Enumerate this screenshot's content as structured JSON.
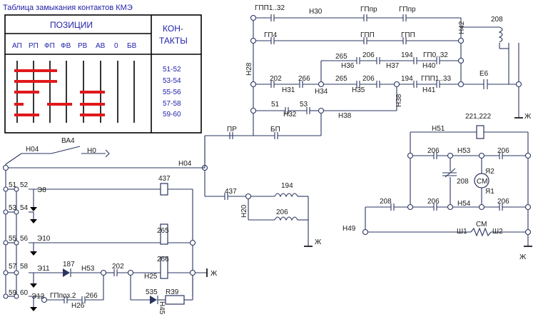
{
  "table": {
    "title": "Таблица замыкания контактов КМЭ",
    "positions_header": "ПОЗИЦИИ",
    "contacts_header_1": "КОН-",
    "contacts_header_2": "ТАКТЫ",
    "positions": [
      "АП",
      "РП",
      "ФП",
      "ФВ",
      "РВ",
      "АВ",
      "0",
      "БВ"
    ],
    "contacts": [
      "51-52",
      "53-54",
      "55-56",
      "57-58",
      "59-60"
    ]
  },
  "labels": {
    "gpp1_32": "ГПП1..32",
    "n30": "Н30",
    "gppr_1": "ГПпр",
    "gppr_2": "ГПпр",
    "n42": "Н42",
    "r208_top": "208",
    "gp4": "ГП4",
    "gpp_1": "ГПП",
    "gpp_2": "ГПП",
    "n28": "Н28",
    "r265_a": "265",
    "r206_a": "206",
    "r194_a": "194",
    "gp0_32": "ГП0..32",
    "n36": "Н36",
    "n37": "Н37",
    "n40": "Н40",
    "r202_mid": "202",
    "r266_mid": "266",
    "r265_b": "265",
    "r206_b": "206",
    "r194_b": "194",
    "gpp1_33": "ГПП1..33",
    "e6": "Е6",
    "n31": "Н31",
    "n34": "Н34",
    "n35": "Н35",
    "n41": "Н41",
    "n38_v": "Н38",
    "r51": "51",
    "r53": "53",
    "n32": "Н32",
    "n38": "Н38",
    "zh_1": "Ж",
    "pr": "ПР",
    "bp": "БП",
    "va4": "ВА4",
    "n04_a": "Н04",
    "n0": "Н0",
    "n04_b": "Н04",
    "r437_coil": "437",
    "r437_wire": "437",
    "r194_c": "194",
    "n20": "Н20",
    "r206_c": "206",
    "zh_2": "Ж",
    "c51": "51",
    "c52": "52",
    "e8": "Э8",
    "c53": "53",
    "c54": "54",
    "c55": "55",
    "c56": "56",
    "e10": "Э10",
    "r265_coil": "265",
    "c57": "57",
    "c58": "58",
    "e11": "Э11",
    "r187": "187",
    "n53_l": "Н53",
    "r202_l": "202",
    "r266_coil": "266",
    "n25": "Н25",
    "zh_3": "Ж",
    "c59": "59",
    "c60": "60",
    "e12": "Э12",
    "gppoz": "ГПпоз.2",
    "r266_l": "266",
    "n26": "Н26",
    "r535": "535",
    "r39": "R39",
    "n45": "Н45",
    "r221_222": "221,222",
    "n51": "Н51",
    "r206_d": "206",
    "n53_r": "Н53",
    "r206_e": "206",
    "r208_mid": "208",
    "ya2": "Я2",
    "sm_motor": "СМ",
    "ya1": "Я1",
    "r208_low": "208",
    "r206_f": "206",
    "n54": "Н54",
    "r206_g": "206",
    "n49": "Н49",
    "sh1": "Ш1",
    "sm_field": "СМ",
    "sh2": "Ш2",
    "zh_4": "Ж"
  },
  "colors": {
    "wire": "#2a3560",
    "bar": "#e0191b",
    "text_blue": "#2222aa"
  }
}
